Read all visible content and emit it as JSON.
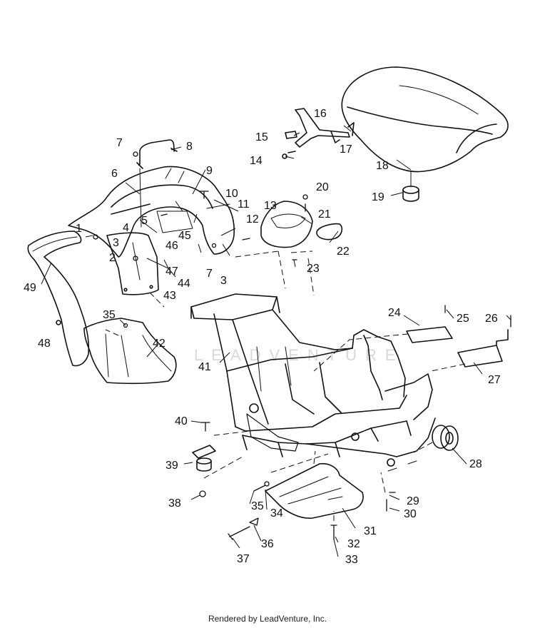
{
  "watermark": "LEADVENTURE",
  "credit": "Rendered by LeadVenture, Inc.",
  "callouts": [
    {
      "id": "c1",
      "text": "1"
    },
    {
      "id": "c2",
      "text": "2"
    },
    {
      "id": "c3a",
      "text": "3"
    },
    {
      "id": "c3b",
      "text": "3"
    },
    {
      "id": "c4",
      "text": "4"
    },
    {
      "id": "c5",
      "text": "5"
    },
    {
      "id": "c6",
      "text": "6"
    },
    {
      "id": "c7a",
      "text": "7"
    },
    {
      "id": "c7b",
      "text": "7"
    },
    {
      "id": "c8",
      "text": "8"
    },
    {
      "id": "c9",
      "text": "9"
    },
    {
      "id": "c10",
      "text": "10"
    },
    {
      "id": "c11",
      "text": "11"
    },
    {
      "id": "c12",
      "text": "12"
    },
    {
      "id": "c13",
      "text": "13"
    },
    {
      "id": "c14",
      "text": "14"
    },
    {
      "id": "c15",
      "text": "15"
    },
    {
      "id": "c16",
      "text": "16"
    },
    {
      "id": "c17",
      "text": "17"
    },
    {
      "id": "c18",
      "text": "18"
    },
    {
      "id": "c19",
      "text": "19"
    },
    {
      "id": "c20",
      "text": "20"
    },
    {
      "id": "c21",
      "text": "21"
    },
    {
      "id": "c22",
      "text": "22"
    },
    {
      "id": "c23",
      "text": "23"
    },
    {
      "id": "c24",
      "text": "24"
    },
    {
      "id": "c25",
      "text": "25"
    },
    {
      "id": "c26",
      "text": "26"
    },
    {
      "id": "c27",
      "text": "27"
    },
    {
      "id": "c28",
      "text": "28"
    },
    {
      "id": "c29",
      "text": "29"
    },
    {
      "id": "c30",
      "text": "30"
    },
    {
      "id": "c31",
      "text": "31"
    },
    {
      "id": "c32",
      "text": "32"
    },
    {
      "id": "c33",
      "text": "33"
    },
    {
      "id": "c34",
      "text": "34"
    },
    {
      "id": "c35a",
      "text": "35"
    },
    {
      "id": "c35b",
      "text": "35"
    },
    {
      "id": "c36",
      "text": "36"
    },
    {
      "id": "c37",
      "text": "37"
    },
    {
      "id": "c38",
      "text": "38"
    },
    {
      "id": "c39",
      "text": "39"
    },
    {
      "id": "c40",
      "text": "40"
    },
    {
      "id": "c41",
      "text": "41"
    },
    {
      "id": "c42",
      "text": "42"
    },
    {
      "id": "c43",
      "text": "43"
    },
    {
      "id": "c44",
      "text": "44"
    },
    {
      "id": "c45",
      "text": "45"
    },
    {
      "id": "c46",
      "text": "46"
    },
    {
      "id": "c47",
      "text": "47"
    },
    {
      "id": "c48",
      "text": "48"
    },
    {
      "id": "c49",
      "text": "49"
    }
  ]
}
